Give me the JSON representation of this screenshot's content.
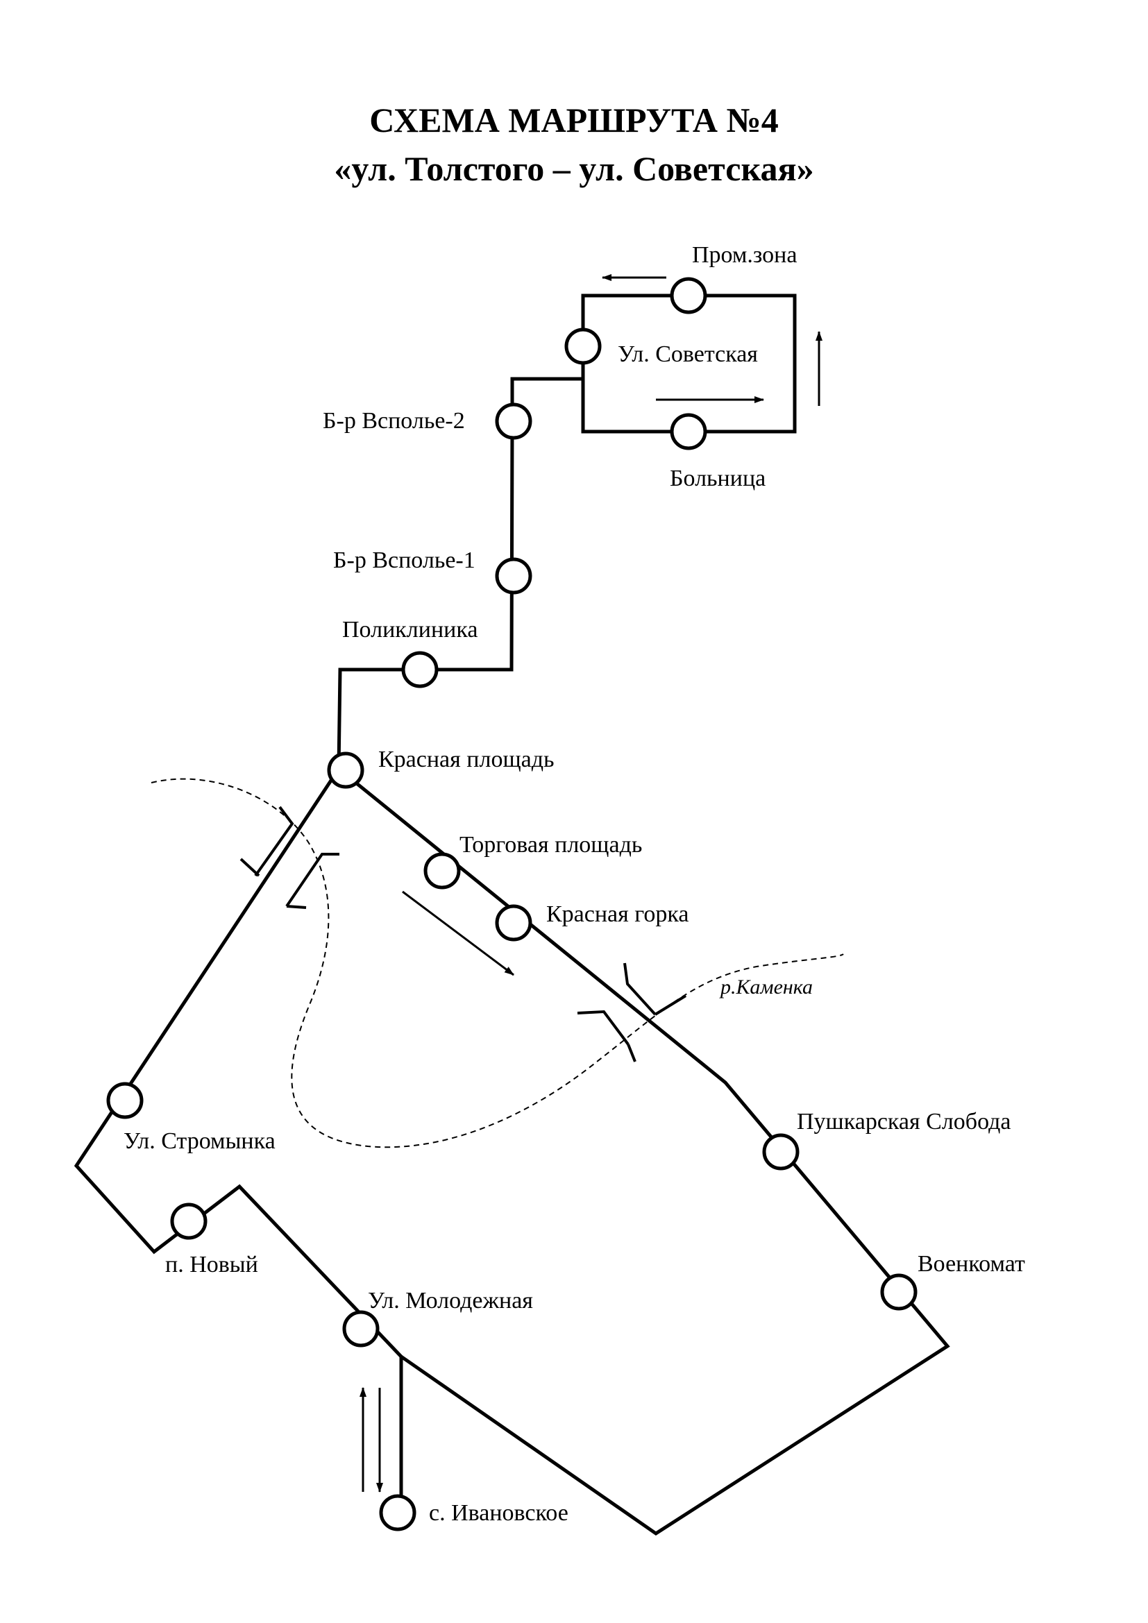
{
  "title": "СХЕМА МАРШРУТА  №4",
  "subtitle": "«ул. Толстого – ул. Советская»",
  "river": "р.Каменка",
  "stops": {
    "prom_zona": "Пром.зона",
    "ul_sovetskaya": "Ул. Советская",
    "bolnitsa": "Больница",
    "vspolie_2": "Б-р Всполье-2",
    "vspolie_1": "Б-р Всполье-1",
    "poliklinika": "Поликлиника",
    "krasnaya_ploshchad": "Красная площадь",
    "torgovaya_ploshchad": "Торговая площадь",
    "krasnaya_gorka": "Красная горка",
    "pushkarskaya_sloboda": "Пушкарская Слобода",
    "voenkomat": "Военкомат",
    "ul_stromynka": "Ул. Стромынка",
    "p_novyi": "п. Новый",
    "ul_molodezhnaya": "Ул. Молодежная",
    "s_ivanovskoe": "с. Ивановское"
  }
}
